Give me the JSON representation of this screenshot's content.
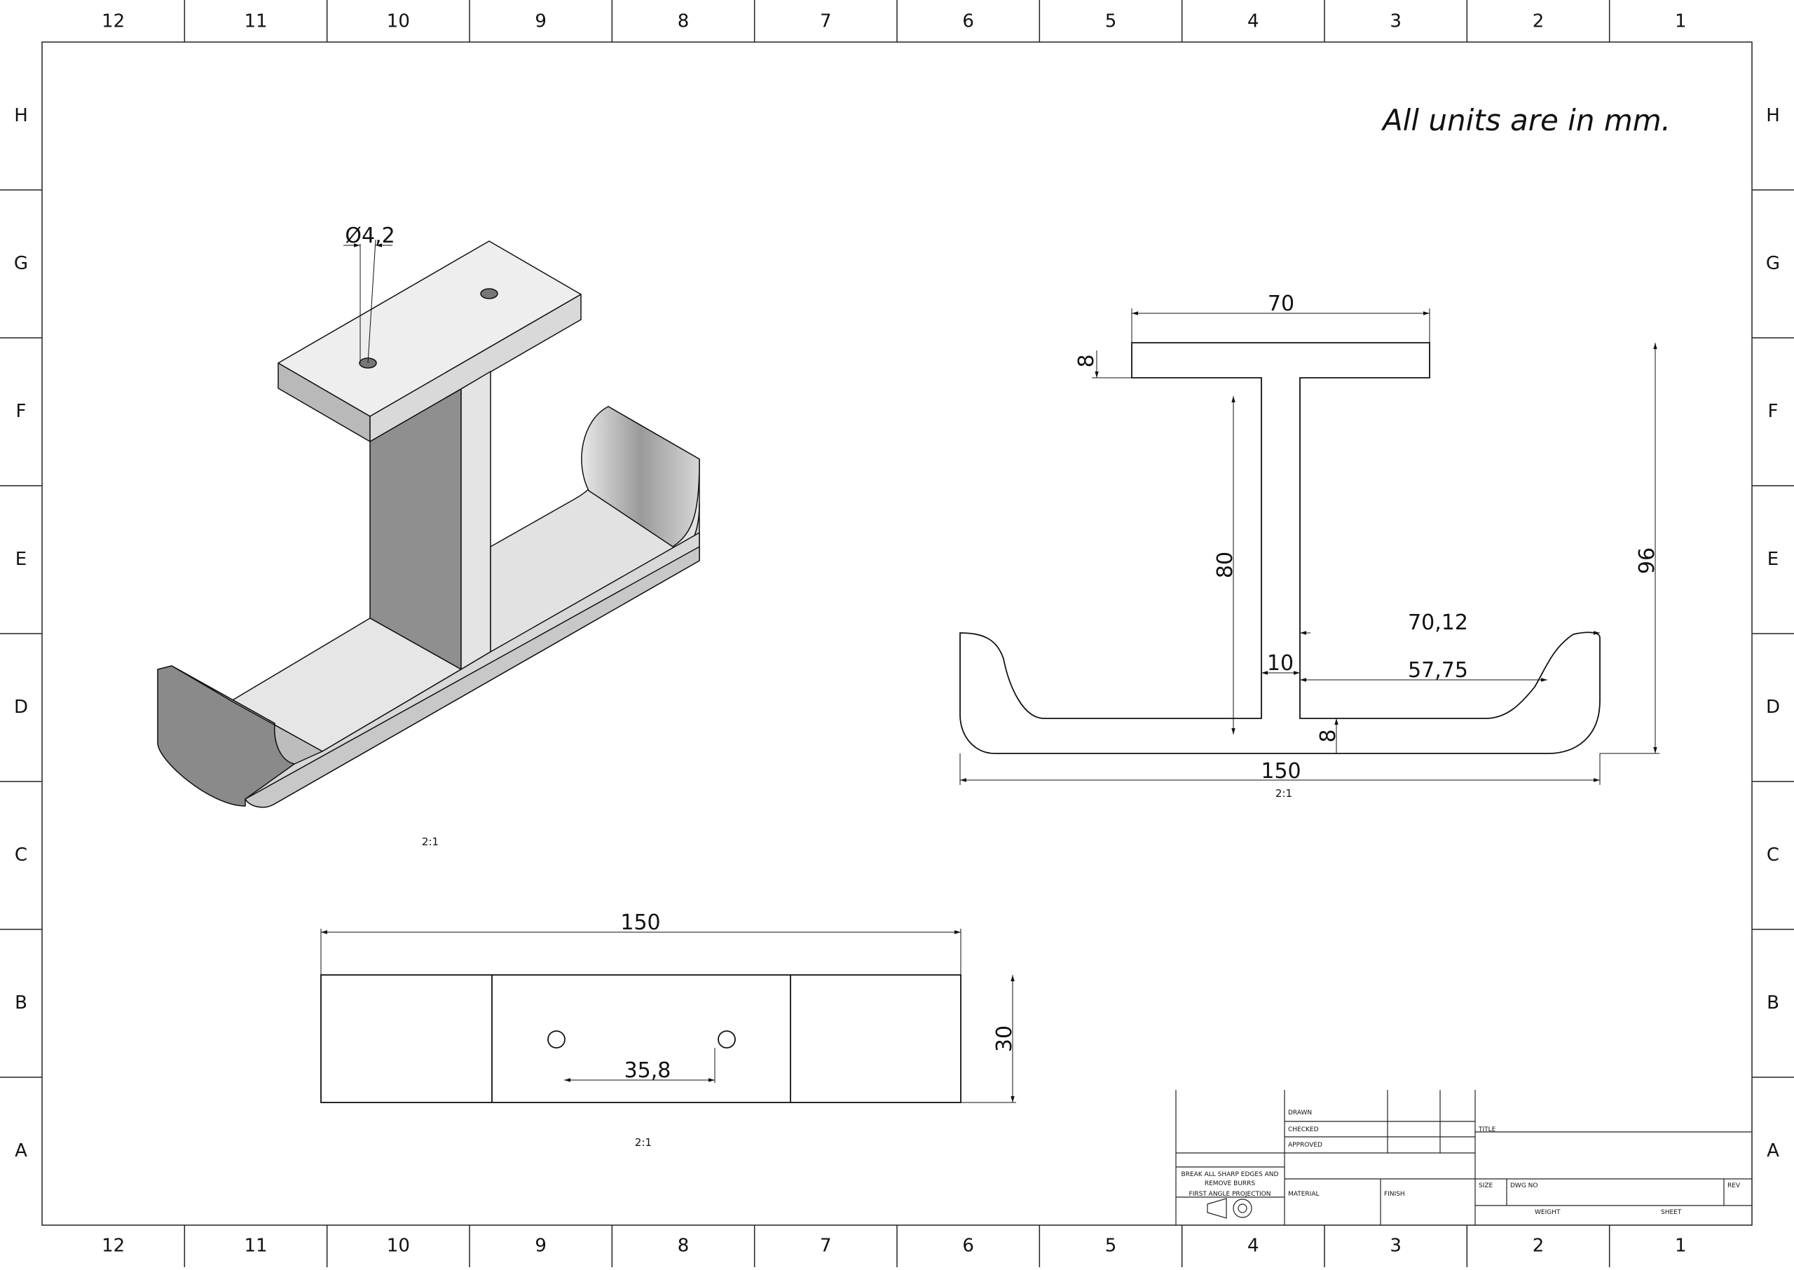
{
  "frame": {
    "columns": [
      "12",
      "11",
      "10",
      "9",
      "8",
      "7",
      "6",
      "5",
      "4",
      "3",
      "2",
      "1"
    ],
    "rows": [
      "H",
      "G",
      "F",
      "E",
      "D",
      "C",
      "B",
      "A"
    ]
  },
  "note": "All units are in mm.",
  "iso_view": {
    "hole_dim": "Ø4,2",
    "scale": "2:1"
  },
  "front_view": {
    "dims": {
      "top_width": "70",
      "top_thick": "8",
      "web_height": "80",
      "total_height": "96",
      "arm_depth": "70,12",
      "web_thick": "10",
      "inner_width": "57,75",
      "base_thick": "8",
      "total_width": "150"
    },
    "scale": "2:1"
  },
  "top_view": {
    "dims": {
      "length": "150",
      "width": "30",
      "hole_spacing": "35,8"
    },
    "scale": "2:1"
  },
  "title_block": {
    "drawn": "DRAWN",
    "checked": "CHECKED",
    "approved": "APPROVED",
    "title": "TITLE",
    "note1": "BREAK ALL SHARP EDGES AND",
    "note2": "REMOVE BURRS",
    "projection": "FIRST ANGLE PROJECTION",
    "material": "MATERIAL",
    "finish": "FINISH",
    "size": "SIZE",
    "dwg_no": "DWG NO",
    "rev": "REV",
    "weight": "WEIGHT",
    "sheet": "SHEET"
  }
}
